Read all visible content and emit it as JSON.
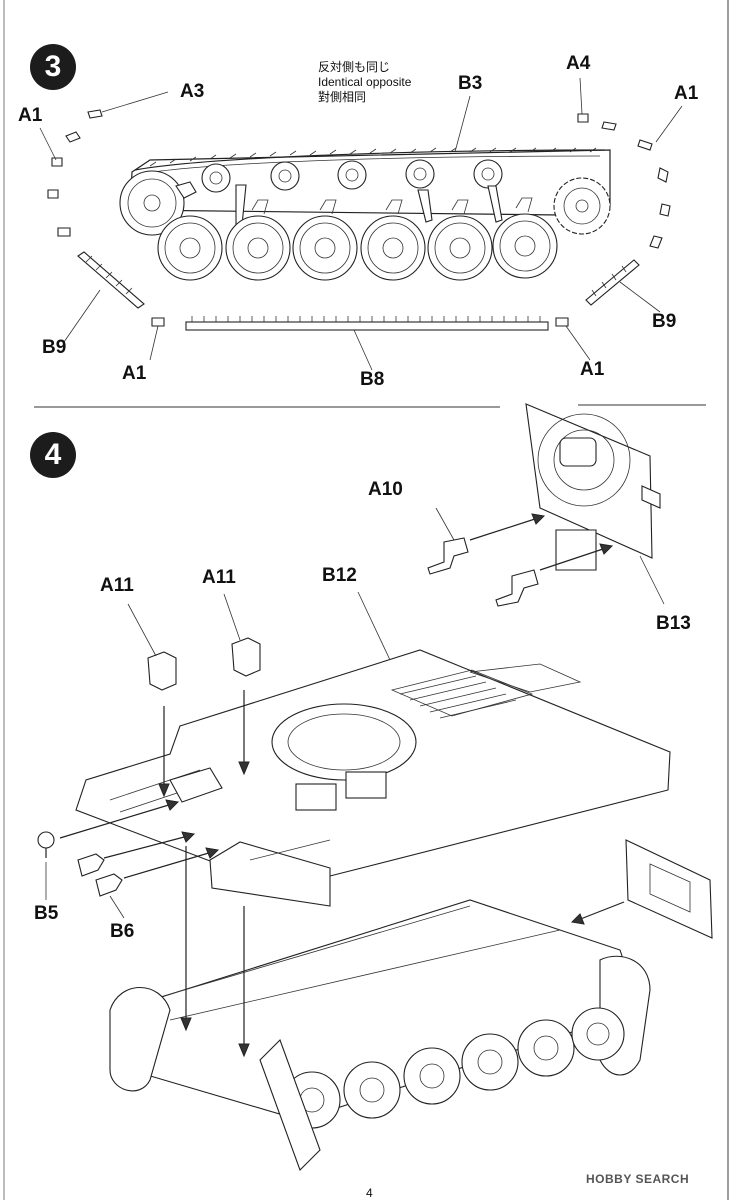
{
  "steps": {
    "step3": {
      "number": "3",
      "note": [
        "反対側も同じ",
        "Identical opposite",
        "對側相同"
      ],
      "parts": {
        "a3": "A3",
        "a1_top_left": "A1",
        "a4": "A4",
        "a1_top_right": "A1",
        "b3": "B3",
        "b9_left": "B9",
        "b9_right": "B9",
        "a1_bottom_left": "A1",
        "a1_bottom_right": "A1",
        "b8": "B8"
      }
    },
    "step4": {
      "number": "4",
      "parts": {
        "a10": "A10",
        "b13": "B13",
        "a11_left": "A11",
        "a11_right": "A11",
        "b12": "B12",
        "b5": "B5",
        "b6": "B6"
      }
    }
  },
  "footer": {
    "page_number": "4",
    "watermark": "HOBBY SEARCH"
  }
}
